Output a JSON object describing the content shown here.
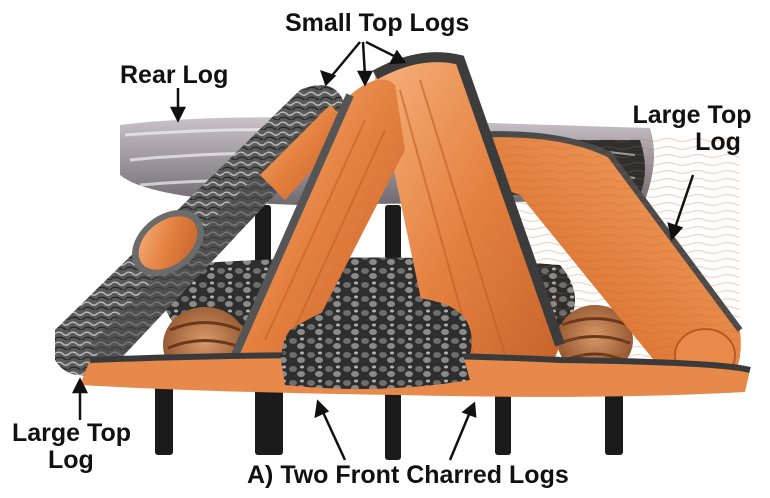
{
  "labels": {
    "small_top_logs": "Small Top Logs",
    "rear_log": "Rear Log",
    "large_top_log_right_line1": "Large Top",
    "large_top_log_right_line2": "Log",
    "large_top_log_left_line1": "Large Top",
    "large_top_log_left_line2": "Log",
    "front_charred_logs": "A) Two Front Charred Logs"
  },
  "colors": {
    "wood_light": "#f2a36a",
    "wood_mid": "#e07b3c",
    "wood_dark": "#b8571f",
    "bark_dark": "#3f3f3f",
    "bark_light": "#9a9a9a",
    "grate": "#1b1b1b",
    "text": "#111111"
  }
}
